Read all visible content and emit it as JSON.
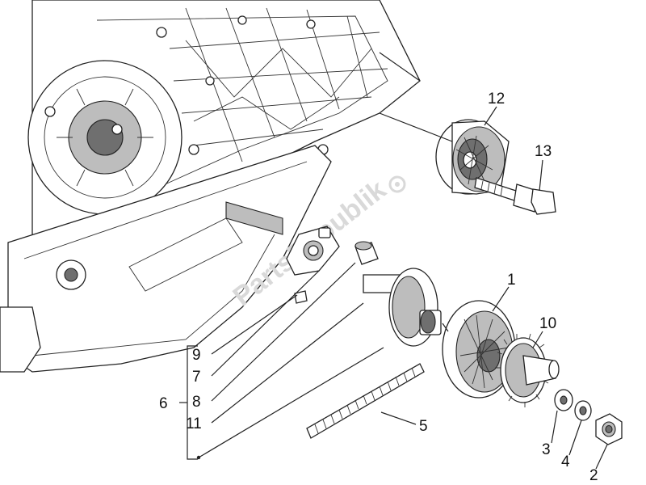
{
  "callouts": {
    "c1": "1",
    "c2": "2",
    "c3": "3",
    "c4": "4",
    "c5": "5",
    "c6": "6",
    "c7": "7",
    "c8": "8",
    "c9": "9",
    "c10": "10",
    "c11": "11",
    "c12": "12",
    "c13": "13"
  },
  "watermark": "PartsRepublik",
  "colors": {
    "line": "#222222",
    "watermark": "#d9d9d9",
    "fill_dark": "#6f6f6f"
  }
}
